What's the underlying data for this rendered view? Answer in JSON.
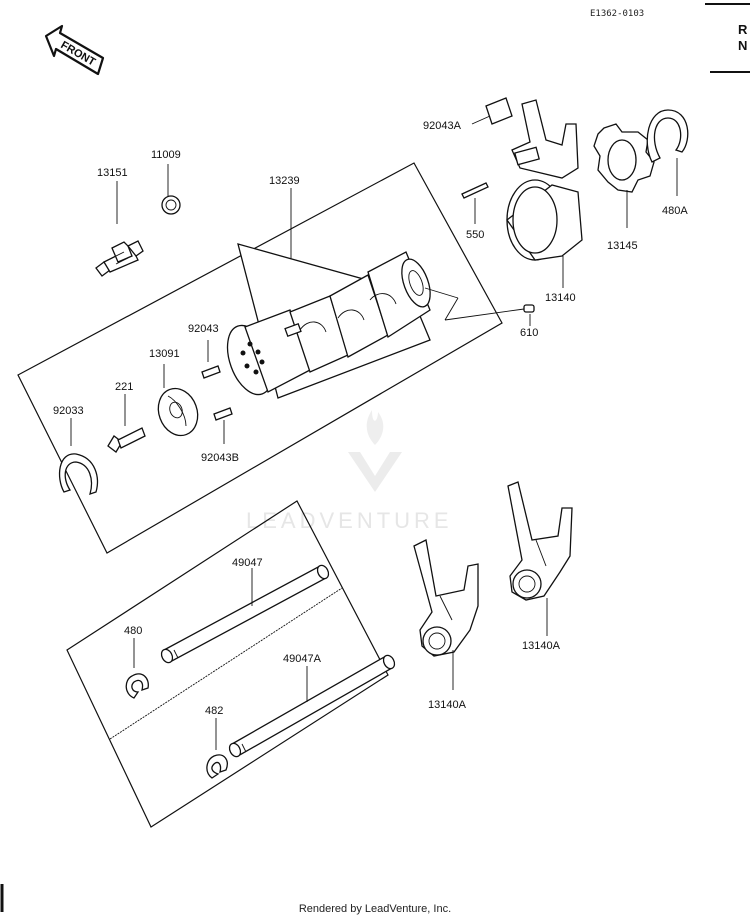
{
  "header": {
    "diagram_code": "E1362-0103"
  },
  "right_panel": {
    "heading_line1": "R",
    "heading_line2": "N"
  },
  "front_arrow": {
    "label": "FRONT"
  },
  "watermark": {
    "text": "LEADVENTURE"
  },
  "parts": {
    "p13151": "13151",
    "p11009": "11009",
    "p13239": "13239",
    "p92043A": "92043A",
    "p550": "550",
    "p13140": "13140",
    "p13145": "13145",
    "p480A": "480A",
    "p610": "610",
    "p92043": "92043",
    "p13091": "13091",
    "p221": "221",
    "p92033": "92033",
    "p92043B": "92043B",
    "p49047": "49047",
    "p480": "480",
    "p49047A": "49047A",
    "p482": "482",
    "p13140A_upper": "13140A",
    "p13140A_lower": "13140A"
  },
  "footer": {
    "text": "Rendered by LeadVenture, Inc."
  }
}
